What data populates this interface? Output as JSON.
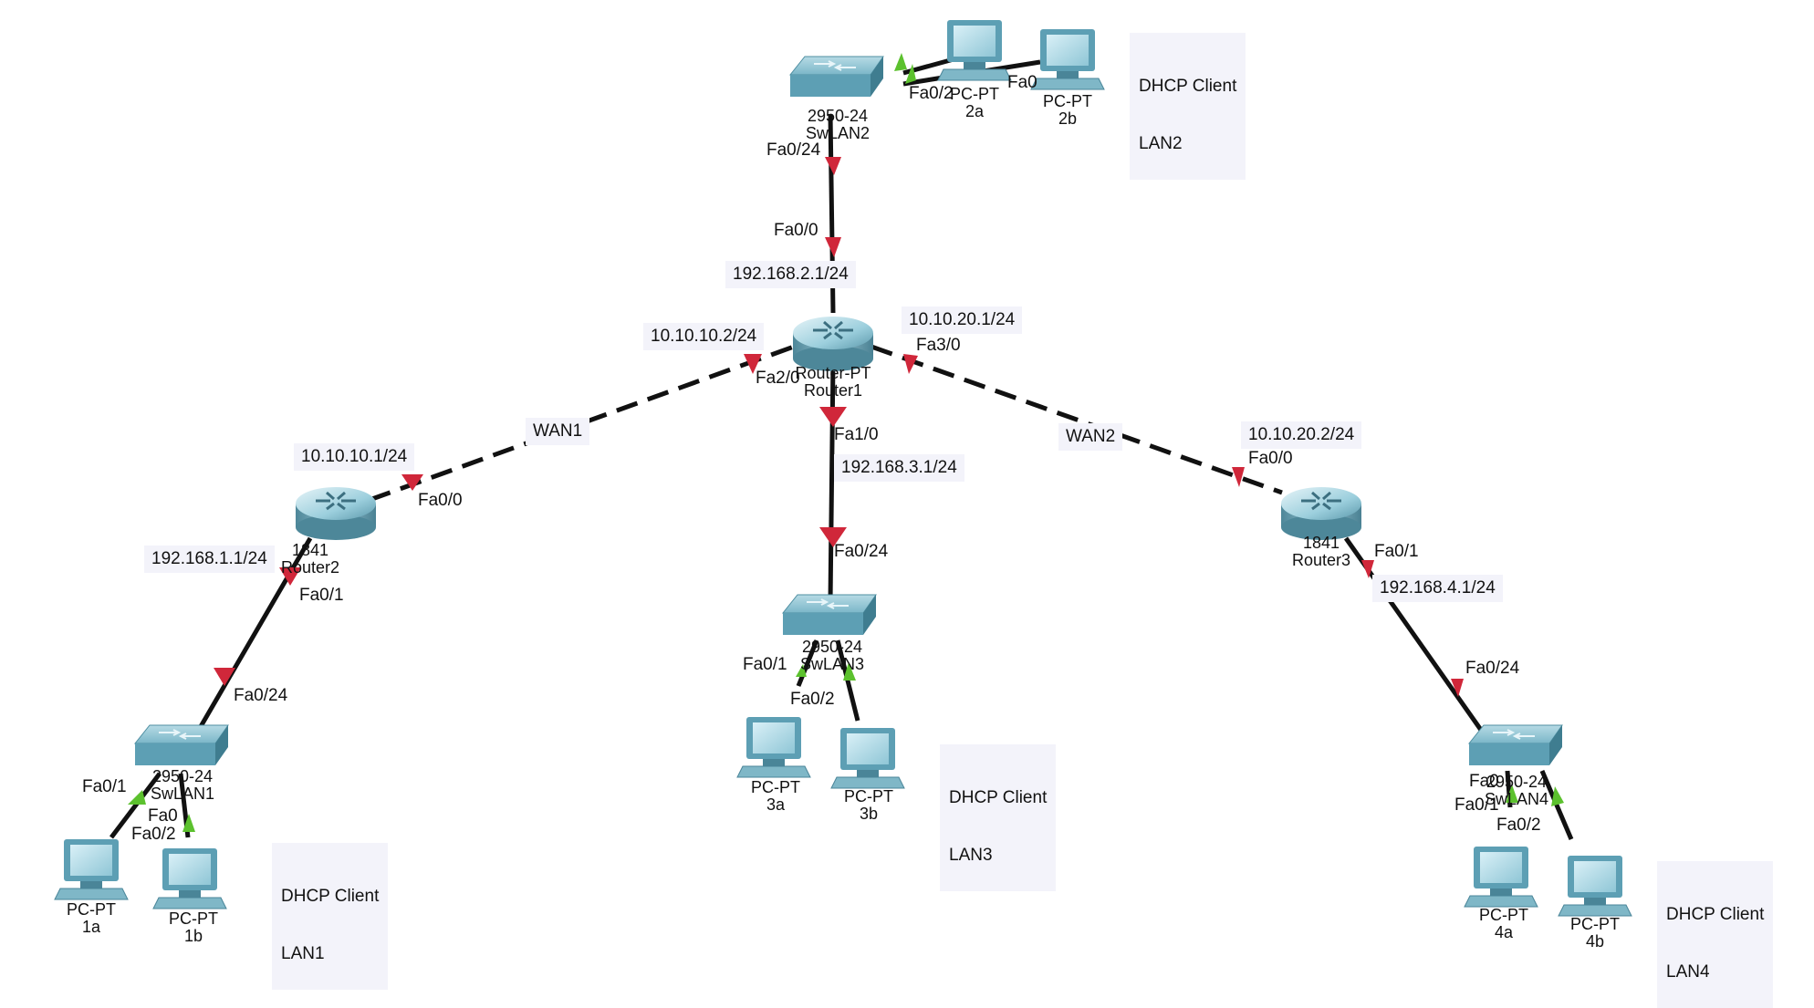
{
  "diagram": {
    "devices": {
      "router1": {
        "model": "Router-PT",
        "name": "Router1"
      },
      "router2": {
        "model": "1841",
        "name": "Router2"
      },
      "router3": {
        "model": "1841",
        "name": "Router3"
      },
      "swlan1": {
        "model": "2950-24",
        "name": "SwLAN1"
      },
      "swlan2": {
        "model": "2950-24",
        "name": "SwLAN2"
      },
      "swlan3": {
        "model": "2950-24",
        "name": "SwLAN3"
      },
      "swlan4": {
        "model": "2950-24",
        "name": "SwLAN4"
      },
      "pc1a": {
        "model": "PC-PT",
        "name": "1a"
      },
      "pc1b": {
        "model": "PC-PT",
        "name": "1b"
      },
      "pc2a": {
        "model": "PC-PT",
        "name": "2a"
      },
      "pc2b": {
        "model": "PC-PT",
        "name": "2b"
      },
      "pc3a": {
        "model": "PC-PT",
        "name": "3a"
      },
      "pc3b": {
        "model": "PC-PT",
        "name": "3b"
      },
      "pc4a": {
        "model": "PC-PT",
        "name": "4a"
      },
      "pc4b": {
        "model": "PC-PT",
        "name": "4b"
      }
    },
    "ip_labels": {
      "r1_lan2": "192.168.2.1/24",
      "r1_wan1": "10.10.10.2/24",
      "r1_wan2": "10.10.20.1/24",
      "r1_lan3": "192.168.3.1/24",
      "r2_wan1": "10.10.10.1/24",
      "r2_lan1": "192.168.1.1/24",
      "r3_wan2": "10.10.20.2/24",
      "r3_lan4": "192.168.4.1/24"
    },
    "link_labels": {
      "wan1": "WAN1",
      "wan2": "WAN2"
    },
    "ports": {
      "sw2_fa024": "Fa0/24",
      "r1_fa00": "Fa0/0",
      "r1_fa20": "Fa2/0",
      "r1_fa30": "Fa3/0",
      "r1_fa10": "Fa1/0",
      "sw3_fa024": "Fa0/24",
      "sw3_fa01": "Fa0/1",
      "sw3_fa02": "Fa0/2",
      "r2_fa00": "Fa0/0",
      "r2_fa01": "Fa0/1",
      "sw1_fa024": "Fa0/24",
      "sw1_fa01": "Fa0/1",
      "sw1_fa02": "Fa0/2",
      "sw1_fa0_partial": "Fa0",
      "r3_fa00": "Fa0/0",
      "r3_fa01": "Fa0/1",
      "sw4_fa024": "Fa0/24",
      "sw4_fa0_partial": "Fa0",
      "sw4_fa01": "Fa0/1",
      "sw4_fa02": "Fa0/2",
      "sw2_fa02": "Fa0/2",
      "pc2b_fa0": "Fa0"
    },
    "dhcp_notes": {
      "lan1": {
        "line1": "DHCP Client",
        "line2": "LAN1"
      },
      "lan2": {
        "line1": "DHCP Client",
        "line2": "LAN2"
      },
      "lan3": {
        "line1": "DHCP Client",
        "line2": "LAN3"
      },
      "lan4": {
        "line1": "DHCP Client",
        "line2": "LAN4"
      }
    },
    "colors": {
      "link": "#111111",
      "port_down": "#d0273a",
      "port_up": "#5cc12e",
      "device_body": "#5d9fb4",
      "device_top": "#a7d3df",
      "label_bg": "#f3f3fa"
    }
  }
}
